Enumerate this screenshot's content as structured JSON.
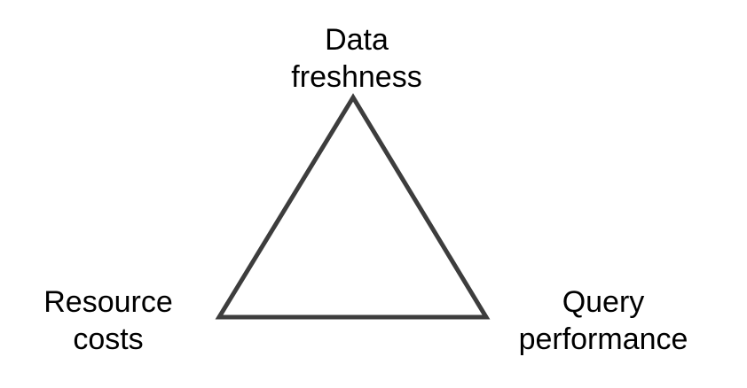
{
  "diagram": {
    "type": "triangle",
    "stroke_color": "#3d3d3d",
    "vertices": {
      "top": {
        "line1": "Data",
        "line2": "freshness"
      },
      "bottom_left": {
        "line1": "Resource",
        "line2": "costs"
      },
      "bottom_right": {
        "line1": "Query",
        "line2": "performance"
      }
    }
  }
}
